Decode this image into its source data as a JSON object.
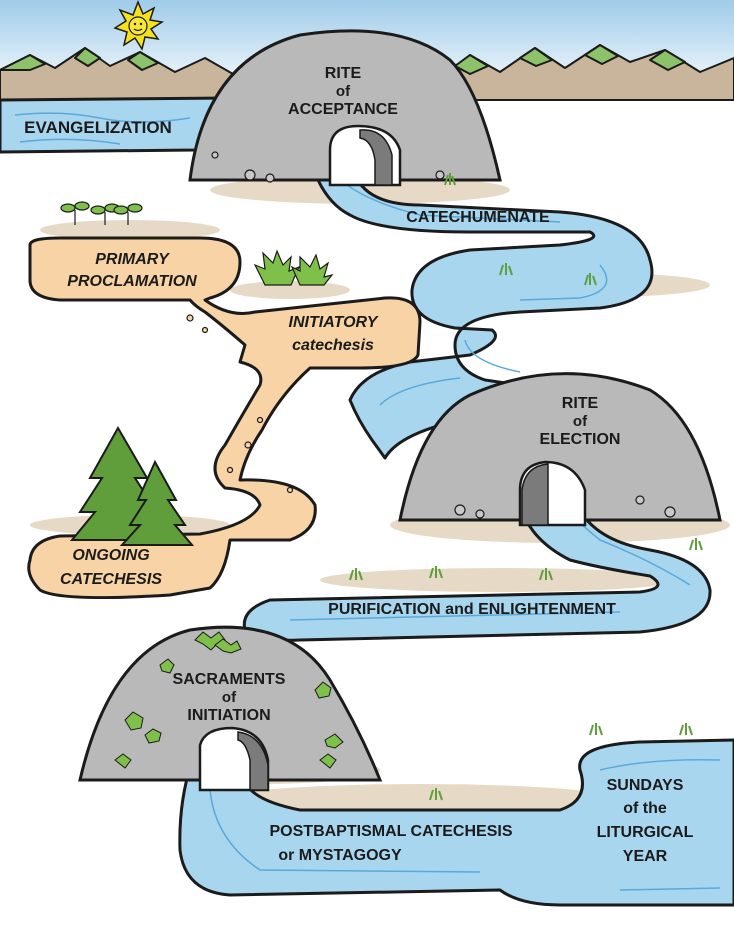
{
  "labels": {
    "evangelization": "EVANGELIZATION",
    "rite_acceptance": [
      "RITE",
      "of",
      "ACCEPTANCE"
    ],
    "catechumenate": "CATECHUMENATE",
    "primary_proclamation": [
      "PRIMARY",
      "PROCLAMATION"
    ],
    "initiatory_catechesis": [
      "INITIATORY",
      "catechesis"
    ],
    "rite_election": [
      "RITE",
      "of",
      "ELECTION"
    ],
    "ongoing_catechesis": [
      "ONGOING",
      "CATECHESIS"
    ],
    "purification": "PURIFICATION and ENLIGHTENMENT",
    "sacraments": [
      "SACRAMENTS",
      "of",
      "INITIATION"
    ],
    "postbaptismal": [
      "POSTBAPTISMAL CATECHESIS",
      "or MYSTAGOGY"
    ],
    "sundays": [
      "SUNDAYS",
      "of the",
      "LITURGICAL",
      "YEAR"
    ]
  },
  "icons": {
    "sun": "sun-icon",
    "tree": "pine-tree-icon",
    "sprout": "seedling-icon",
    "bush": "bush-icon",
    "tunnel": "tunnel-arch-icon"
  },
  "colors": {
    "river": "#a9d6ef",
    "river_dark": "#5aa9d8",
    "mound": "#b9b9b9",
    "path": "#f7d3a6",
    "ground": "#e2d6c2",
    "sky": "#cfe4f3",
    "mountain": "#c8b49b",
    "mountain_green": "#8cc26a",
    "tree": "#5f9e3a",
    "sun": "#f5e21b",
    "text": "#1b1b1b"
  }
}
